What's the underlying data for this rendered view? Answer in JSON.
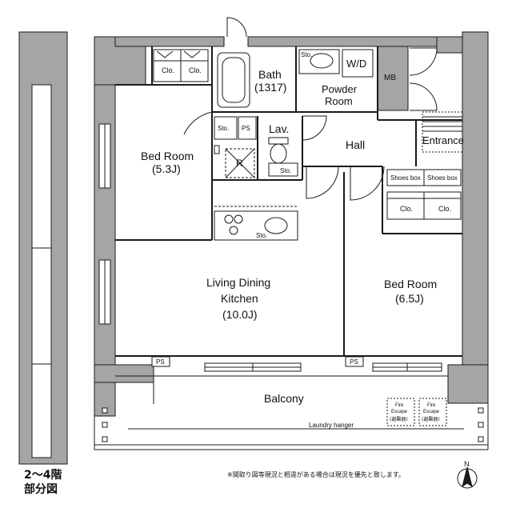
{
  "rooms": {
    "bath_name": "Bath",
    "bath_size": "(1317)",
    "powder_room_line1": "Powder",
    "powder_room_line2": "Room",
    "washer_dryer": "W/D",
    "mb": "MB",
    "bedroom_left_name": "Bed Room",
    "bedroom_left_size": "(5.3J)",
    "lav": "Lav.",
    "hall": "Hall",
    "entrance": "Entrance",
    "ldk_line1": "Living Dining",
    "ldk_line2": "Kitchen",
    "ldk_size": "(10.0J)",
    "bedroom_right_name": "Bed Room",
    "bedroom_right_size": "(6.5J)",
    "balcony": "Balcony"
  },
  "fixtures": {
    "closet_1": "Clo.",
    "closet_2": "Clo.",
    "closet_3": "Clo.",
    "closet_4": "Clo.",
    "storage_bath": "Sto.",
    "storage_hall": "Sto.",
    "storage_lav": "Sto.",
    "storage_kitchen": "Sto.",
    "pipe_space_1": "PS",
    "pipe_space_2": "PS",
    "pipe_space_3": "PS",
    "refrigerator": "R",
    "shoes_box_1": "Shoes box",
    "shoes_box_2": "Shoes box",
    "laundry_hanger": "Laundry hanger",
    "fire_escape_1_line1": "Fire",
    "fire_escape_1_line2": "Escape",
    "fire_escape_1_line3": "(避難器)",
    "fire_escape_2_line1": "Fire",
    "fire_escape_2_line2": "Escape",
    "fire_escape_2_line3": "(避難器)"
  },
  "notes": {
    "floor_line1": "2〜4階",
    "floor_line2": "部分図",
    "disclaimer": "※間取り図等現況と相違がある場合は現況を優先と致します。",
    "north": "N"
  },
  "colors": {
    "wall": "#a5a5a5",
    "line": "#1a1a1a",
    "background": "#ffffff"
  }
}
